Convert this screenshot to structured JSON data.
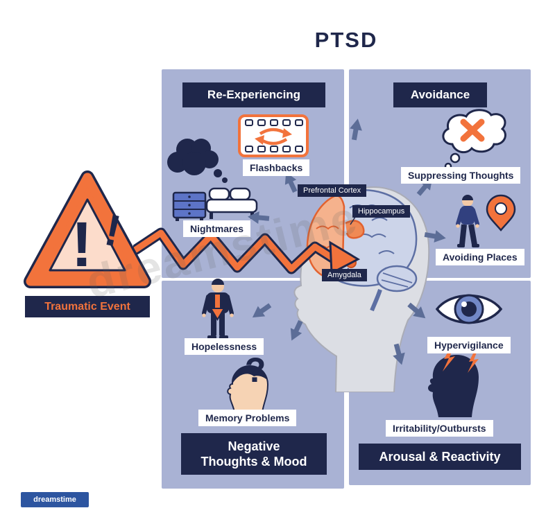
{
  "title": "PTSD",
  "trauma": {
    "label": "Traumatic Event"
  },
  "quadrants": {
    "re_experiencing": {
      "header": "Re-Experiencing",
      "flashbacks": "Flashbacks",
      "nightmares": "Nightmares"
    },
    "avoidance": {
      "header": "Avoidance",
      "suppressing": "Suppressing Thoughts",
      "avoiding": "Avoiding Places"
    },
    "negative": {
      "header_line1": "Negative",
      "header_line2": "Thoughts & Mood",
      "hopelessness": "Hopelessness",
      "memory": "Memory Problems"
    },
    "arousal": {
      "header": "Arousal & Reactivity",
      "hypervigilance": "Hypervigilance",
      "irritability": "Irritability/Outbursts"
    }
  },
  "brain": {
    "prefrontal": "Prefrontal Cortex",
    "hippocampus": "Hippocampus",
    "amygdala": "Amygdala"
  },
  "icons": {
    "exclamation": "!",
    "question": "?"
  },
  "watermark": {
    "diagonal": "dreamstime",
    "bar": "dreamstime"
  },
  "colors": {
    "panel": "#a9b2d4",
    "navy": "#1f274b",
    "orange": "#f2733c",
    "peach": "#fcdccb",
    "arrow": "#5c6d97",
    "skin": "#f3c9a6"
  }
}
